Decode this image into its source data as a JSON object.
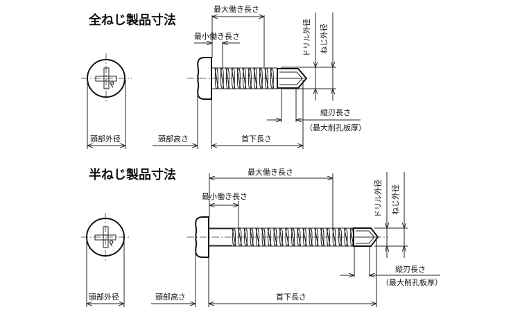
{
  "sections": [
    {
      "title": "全ねじ製品寸法",
      "labels": {
        "max_working_length": "最大働き長さ",
        "min_working_length": "最小働き長さ",
        "drill_diameter": "ドリル外径",
        "thread_diameter": "ねじ外径",
        "head_diameter": "頭部外径",
        "head_height": "頭部高さ",
        "length_under_head": "首下長さ",
        "flute_length": "縦刃長さ",
        "max_drill_thickness": "（最大削孔板厚）"
      }
    },
    {
      "title": "半ねじ製品寸法",
      "labels": {
        "max_working_length": "最大働き長さ",
        "min_working_length": "最小働き長さ",
        "drill_diameter": "ドリル外径",
        "thread_diameter": "ねじ外径",
        "head_diameter": "頭部外径",
        "head_height": "頭部高さ",
        "length_under_head": "首下長さ",
        "flute_length": "縦刃長さ",
        "max_drill_thickness": "（最大削孔板厚）"
      }
    }
  ]
}
